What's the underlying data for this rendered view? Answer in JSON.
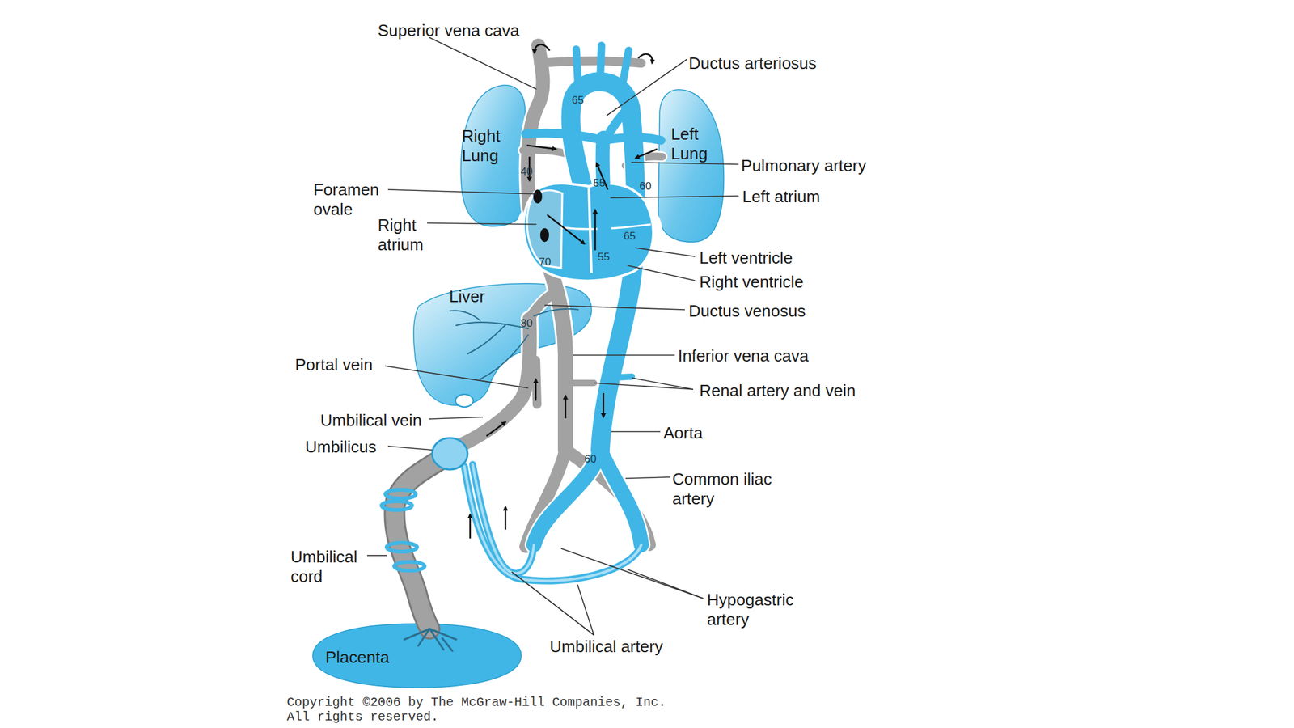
{
  "diagram": {
    "caption": "Copyright ©2006 by The McGraw-Hill Companies, Inc. All rights reserved.",
    "nodes": [
      {
        "text": [
          "Right Lung"
        ]
      },
      {
        "text": [
          "Left Lung"
        ]
      },
      {
        "text": [
          "Liver"
        ]
      },
      {
        "text": [
          "Placenta"
        ]
      }
    ],
    "labels": [
      "Superior vena cava",
      "Ductus arteriosus",
      "65",
      "Pulmonary artery",
      "Foramen ovale",
      "40",
      "55",
      "60",
      "Left atrium",
      "Right atrium",
      "65",
      "Left ventricle",
      "55",
      "70",
      "Right ventricle",
      "Ductus venosus",
      "80",
      "Portal vein",
      "Inferior vena cava",
      "Renal artery and vein",
      "Umbilical vein",
      "Aorta",
      "Umbilicus",
      "60",
      "Common iliac artery",
      "Umbilical cord",
      "Hypogastric artery",
      "Umbilical artery"
    ]
  }
}
